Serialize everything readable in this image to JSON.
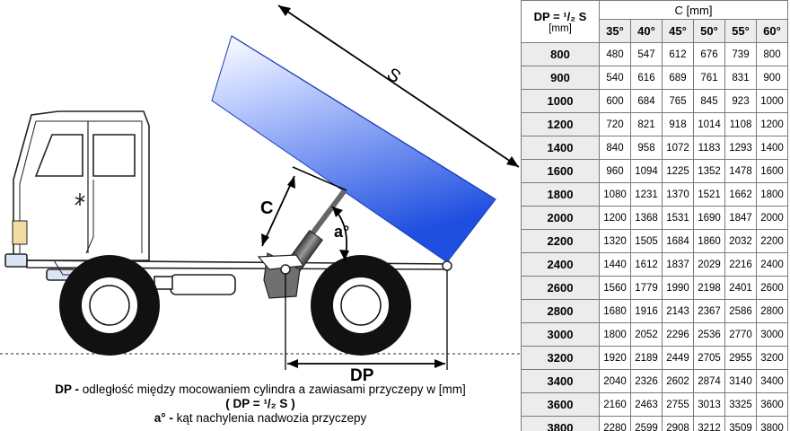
{
  "diagram": {
    "label_s": "S",
    "label_c": "C",
    "label_a": "a°",
    "label_dp": "DP"
  },
  "caption": {
    "line1_bold": "DP -",
    "line1_text": " odległość między mocowaniem cylindra a zawiasami przyczepy w [mm]",
    "line2": "( DP = ¹/₂ S )",
    "line3_bold": "a° -",
    "line3_text": " kąt nachylenia nadwozia przyczepy"
  },
  "table": {
    "dp_header": "DP = ¹/₂ S",
    "dp_unit": "[mm]",
    "c_header": "C [mm]",
    "angles": [
      "35°",
      "40°",
      "45°",
      "50°",
      "55°",
      "60°"
    ],
    "rows": [
      {
        "dp": "800",
        "c": [
          "480",
          "547",
          "612",
          "676",
          "739",
          "800"
        ]
      },
      {
        "dp": "900",
        "c": [
          "540",
          "616",
          "689",
          "761",
          "831",
          "900"
        ]
      },
      {
        "dp": "1000",
        "c": [
          "600",
          "684",
          "765",
          "845",
          "923",
          "1000"
        ]
      },
      {
        "dp": "1200",
        "c": [
          "720",
          "821",
          "918",
          "1014",
          "1108",
          "1200"
        ]
      },
      {
        "dp": "1400",
        "c": [
          "840",
          "958",
          "1072",
          "1183",
          "1293",
          "1400"
        ]
      },
      {
        "dp": "1600",
        "c": [
          "960",
          "1094",
          "1225",
          "1352",
          "1478",
          "1600"
        ]
      },
      {
        "dp": "1800",
        "c": [
          "1080",
          "1231",
          "1370",
          "1521",
          "1662",
          "1800"
        ]
      },
      {
        "dp": "2000",
        "c": [
          "1200",
          "1368",
          "1531",
          "1690",
          "1847",
          "2000"
        ]
      },
      {
        "dp": "2200",
        "c": [
          "1320",
          "1505",
          "1684",
          "1860",
          "2032",
          "2200"
        ]
      },
      {
        "dp": "2400",
        "c": [
          "1440",
          "1612",
          "1837",
          "2029",
          "2216",
          "2400"
        ]
      },
      {
        "dp": "2600",
        "c": [
          "1560",
          "1779",
          "1990",
          "2198",
          "2401",
          "2600"
        ]
      },
      {
        "dp": "2800",
        "c": [
          "1680",
          "1916",
          "2143",
          "2367",
          "2586",
          "2800"
        ]
      },
      {
        "dp": "3000",
        "c": [
          "1800",
          "2052",
          "2296",
          "2536",
          "2770",
          "3000"
        ]
      },
      {
        "dp": "3200",
        "c": [
          "1920",
          "2189",
          "2449",
          "2705",
          "2955",
          "3200"
        ]
      },
      {
        "dp": "3400",
        "c": [
          "2040",
          "2326",
          "2602",
          "2874",
          "3140",
          "3400"
        ]
      },
      {
        "dp": "3600",
        "c": [
          "2160",
          "2463",
          "2755",
          "3013",
          "3325",
          "3600"
        ]
      },
      {
        "dp": "3800",
        "c": [
          "2280",
          "2599",
          "2908",
          "3212",
          "3509",
          "3800"
        ]
      }
    ]
  },
  "colors": {
    "bed_light": "#e8eeff",
    "bed_dark": "#1f4fe0",
    "cylinder": "#5a5a5a",
    "tire": "#111111"
  }
}
